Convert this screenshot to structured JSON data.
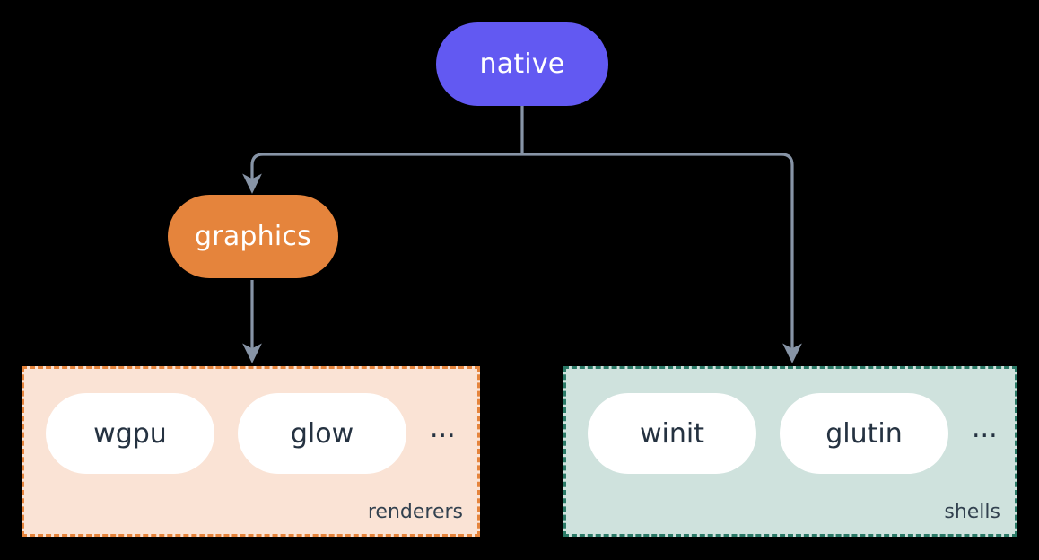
{
  "diagram": {
    "title": "native",
    "background_color": "#000000",
    "edge_color": "#8794a6",
    "nodes": [
      {
        "id": "native",
        "label": "native",
        "color": "#6259f2",
        "text_color": "#ffffff"
      },
      {
        "id": "graphics",
        "label": "graphics",
        "color": "#e5843c",
        "text_color": "#ffffff"
      }
    ],
    "groups": [
      {
        "id": "renderers",
        "label": "renderers",
        "fill_color": "#fae3d5",
        "border_color": "#e5843c",
        "label_color": "#32414f",
        "items": [
          {
            "label": "wgpu"
          },
          {
            "label": "glow"
          }
        ],
        "more": "..."
      },
      {
        "id": "shells",
        "label": "shells",
        "fill_color": "#cfe2dd",
        "border_color": "#2b7a67",
        "label_color": "#32414f",
        "items": [
          {
            "label": "winit"
          },
          {
            "label": "glutin"
          }
        ],
        "more": "..."
      }
    ],
    "edges": [
      {
        "from": "native",
        "to": "graphics"
      },
      {
        "from": "native",
        "to": "shells"
      },
      {
        "from": "graphics",
        "to": "renderers"
      }
    ]
  }
}
